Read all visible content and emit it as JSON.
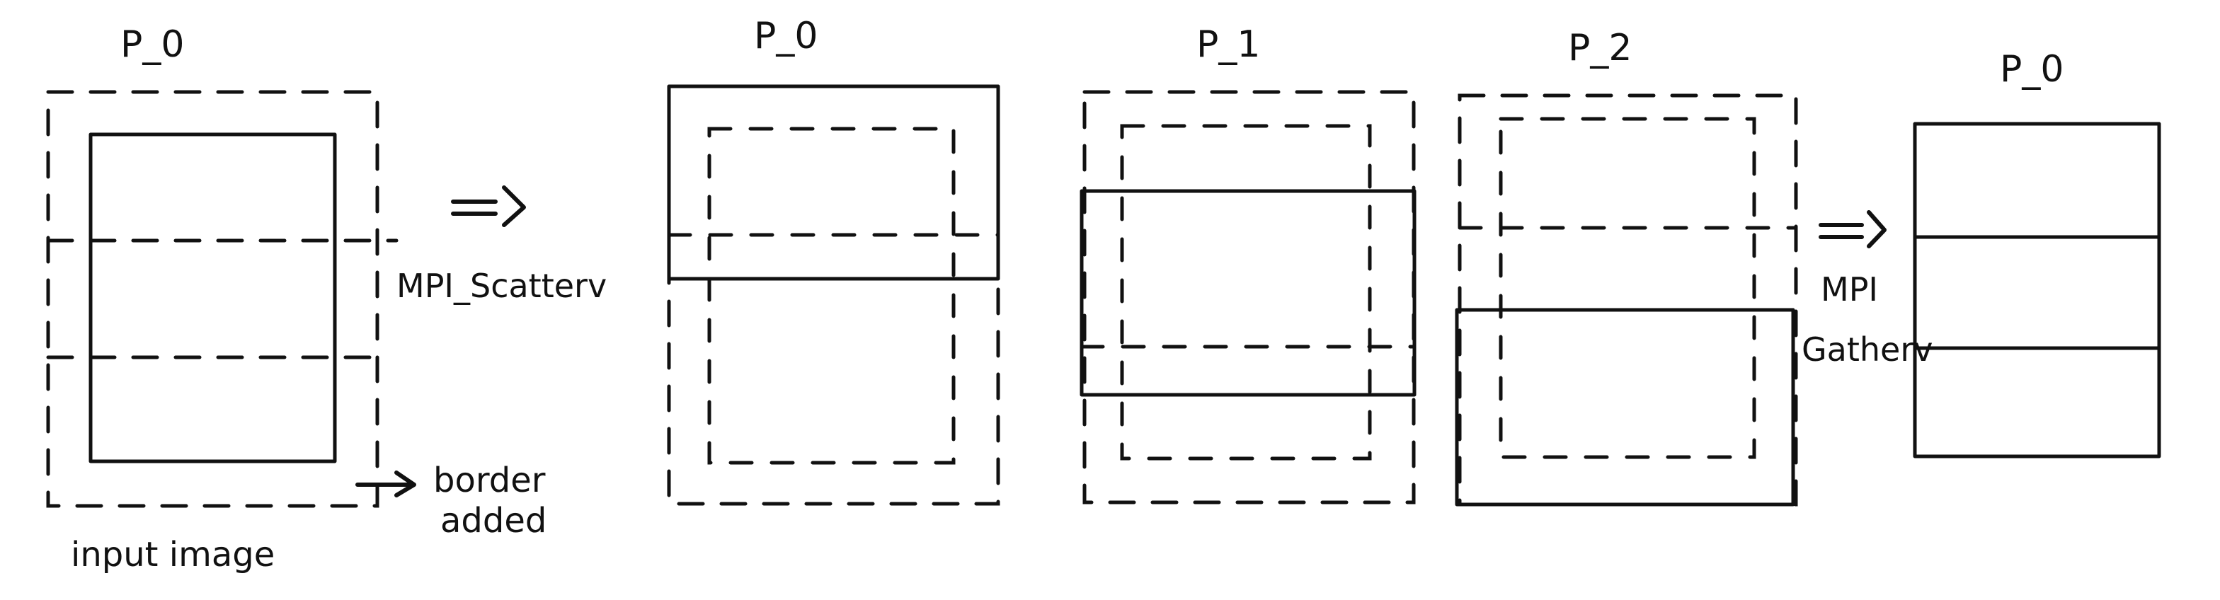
{
  "labels": {
    "input_process": "P_0",
    "scatter_p0": "P_0",
    "scatter_p1": "P_1",
    "scatter_p2": "P_2",
    "output_process": "P_0",
    "scatter_op": "MPI_Scatterv",
    "gather_op_line1": "MPI",
    "gather_op_line2": "Gatherv",
    "border_note_line1": "border",
    "border_note_line2": "added",
    "input_caption": "input image"
  }
}
